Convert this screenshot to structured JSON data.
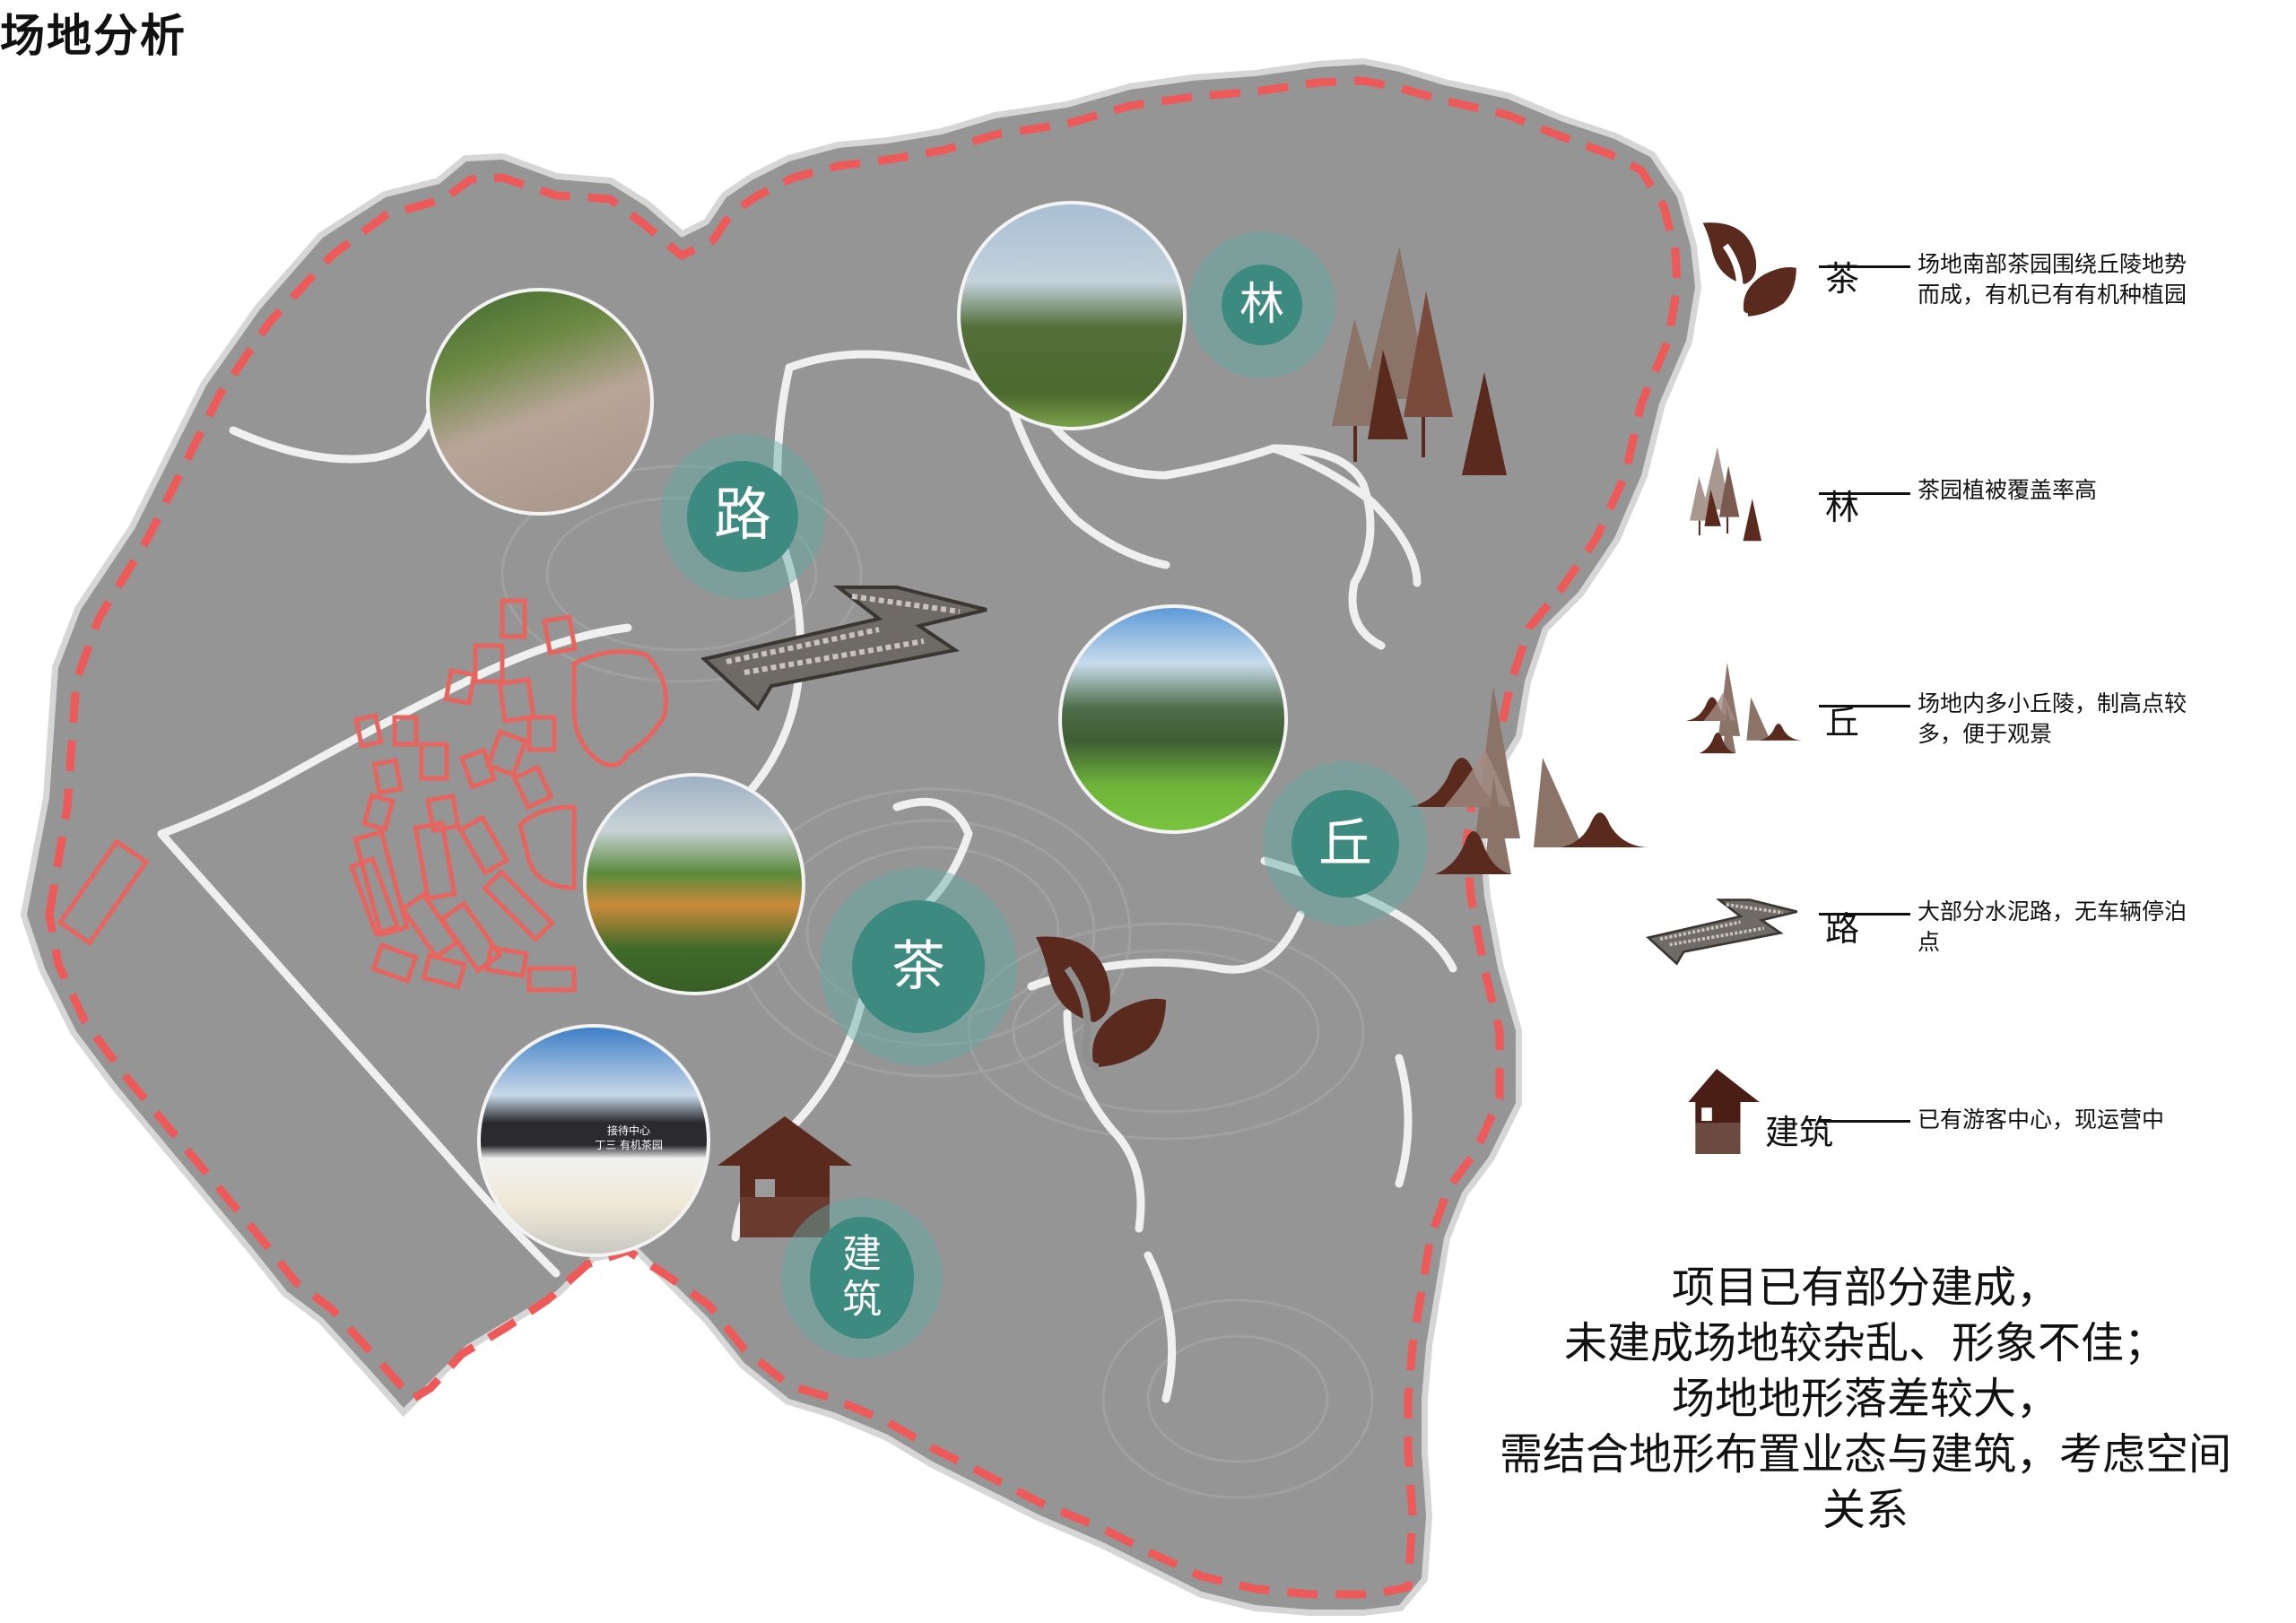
{
  "title": "场地分析",
  "colors": {
    "teal": "#3d8a80",
    "teal_halo": "#7fbab4",
    "brown_dark": "#5a2a1e",
    "brown_light": "#8c7368",
    "boundary_red": "#ee5a5a",
    "map_gray": "#8e8e8e"
  },
  "map": {
    "markers": [
      {
        "key": "road",
        "label": "路",
        "photo": "concrete-road-photo"
      },
      {
        "key": "forest",
        "label": "林",
        "photo": "trees-photo"
      },
      {
        "key": "hill",
        "label": "丘",
        "photo": "karst-hills-photo"
      },
      {
        "key": "tea",
        "label": "茶",
        "photo": "tea-garden-sign-photo"
      },
      {
        "key": "building",
        "label": "建筑",
        "photo": "visitor-center-photo"
      }
    ],
    "visitor_center_sign": [
      "接待中心",
      "丁三 有机茶园"
    ]
  },
  "legend": [
    {
      "icon": "tea-leaf-icon",
      "key": "茶",
      "desc": "场地南部茶园围绕丘陵地势而成，有机已有有机种植园"
    },
    {
      "icon": "forest-trees-icon",
      "key": "林",
      "desc": "茶园植被覆盖率高"
    },
    {
      "icon": "hills-icon",
      "key": "丘",
      "desc": "场地内多小丘陵，制高点较多，便于观景"
    },
    {
      "icon": "road-icon",
      "key": "路",
      "desc": "大部分水泥路，无车辆停泊点"
    },
    {
      "icon": "house-icon",
      "key": "建筑",
      "desc": "已有游客中心，现运营中"
    }
  ],
  "summary": {
    "lines": [
      "项目已有部分建成，",
      "未建成场地较杂乱、形象不佳；",
      "场地地形落差较大，",
      "需结合地形布置业态与建筑，考虑空间",
      "关系"
    ]
  }
}
